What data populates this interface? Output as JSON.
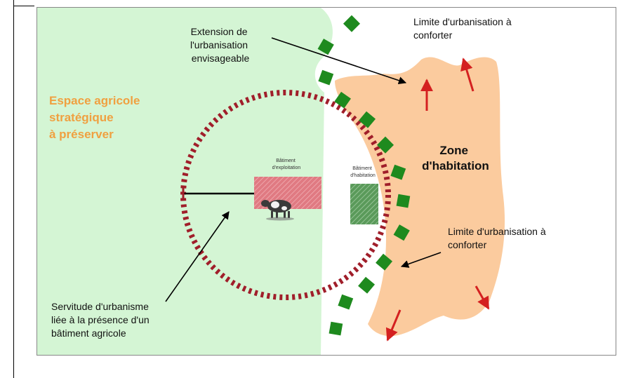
{
  "diagram": {
    "agri_zone_label": [
      "Espace agricole",
      "stratégique",
      "à préserver"
    ],
    "extension_label": [
      "Extension de",
      "l'urbanisation",
      "envisageable"
    ],
    "limit_top_label": [
      "Limite d'urbanisation à",
      "conforter"
    ],
    "limit_right_label": [
      "Limite d'urbanisation à",
      "conforter"
    ],
    "habitation_zone_label": [
      "Zone",
      "d'habitation"
    ],
    "servitude_label": [
      "Servitude d'urbanisme",
      "liée à la présence d'un",
      "bâtiment agricole"
    ],
    "exploitation_building_label": [
      "Bâtiment",
      "d'exploitation"
    ],
    "habitation_building_label": [
      "Bâtiment",
      "d'habitation"
    ],
    "colors": {
      "agri_green": "#d4f5d4",
      "habitation_orange": "#fbcb9e",
      "label_orange": "#f0a040",
      "servitude_dots": "#a01e2a",
      "limit_squares": "#1e8a1e",
      "red_arrows": "#d42020",
      "exploitation_building": "#e07a82",
      "habitation_building": "#5a9a5a"
    },
    "icons": [
      "cow-icon"
    ]
  }
}
